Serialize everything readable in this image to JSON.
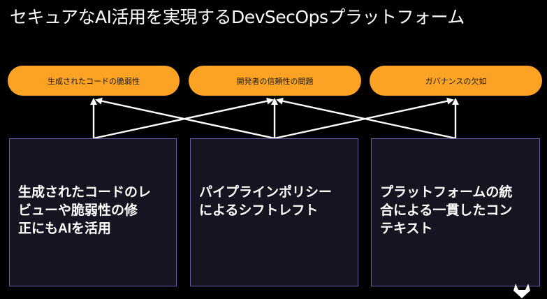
{
  "slide": {
    "title": "セキュアなAI活用を実現するDevSecOpsプラットフォーム"
  },
  "challenges": [
    {
      "label": "生成されたコードの脆弱性"
    },
    {
      "label": "開発者の信頼性の問題"
    },
    {
      "label": "ガバナンスの欠如"
    }
  ],
  "solutions": [
    {
      "line1": "生成されたコードのレ",
      "line2": "ビューや脆弱性の修",
      "line3": "正にもAIを活用"
    },
    {
      "line1": "パイプラインポリシー",
      "line2": "によるシフトレフト",
      "line3": ""
    },
    {
      "line1": "プラットフォームの統",
      "line2": "合による一貫したコン",
      "line3": "テキスト"
    }
  ],
  "colors": {
    "background": "#000000",
    "pill": "#fca326",
    "box": "#171321",
    "box_border": "#6b5ba8",
    "arrow": "#ffffff"
  },
  "icons": {
    "logo": "gitlab-tanuki-icon"
  }
}
